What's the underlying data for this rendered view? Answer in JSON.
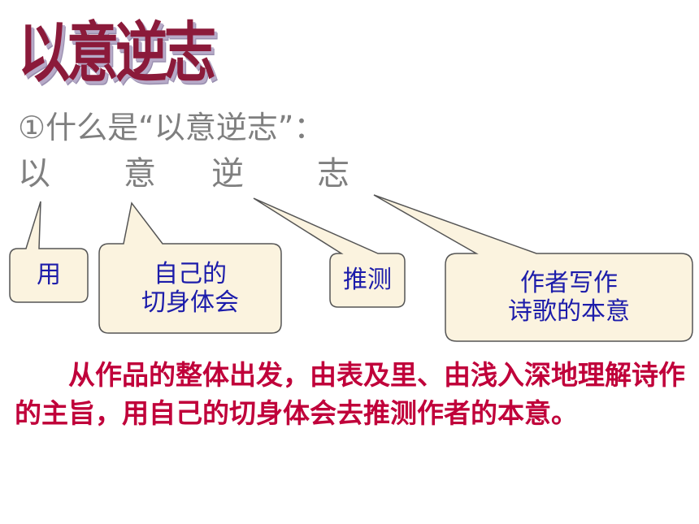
{
  "title": "以意逆志",
  "question": "①什么是“以意逆志”：",
  "chars": [
    "以",
    "意",
    "逆",
    "志"
  ],
  "callouts": [
    "用",
    "自己的\n切身体会",
    "推测",
    "作者写作\n诗歌的本意"
  ],
  "paragraph": "从作品的整体出发，由表及里、由浅入深地理解诗作的主旨，用自己的切身体会去推测作者的本意。",
  "colors": {
    "title": "#8b1a3a",
    "callout_fill": "#fbf3df",
    "callout_text": "#1c1caa",
    "paragraph": "#c0003a",
    "gray_text": "#7f7f7f"
  }
}
